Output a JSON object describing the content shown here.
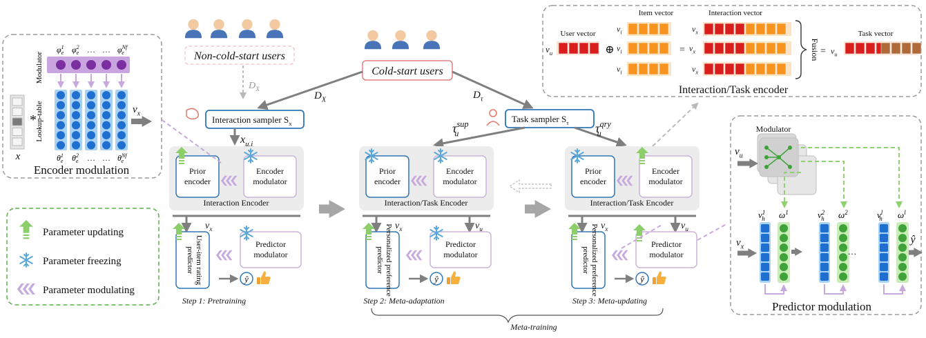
{
  "title": "",
  "users": {
    "non_cold_start": "Non-cold-start users",
    "cold_start": "Cold-start users"
  },
  "edges": {
    "dx_faded": "D",
    "dx_faded_sub": "X",
    "dx": "D",
    "dx_sub": "X",
    "dtau": "D",
    "dtau_sub": "τ",
    "x_ui": "x",
    "x_ui_sub": "u,i",
    "tau_sup": "τ",
    "tau_sup_sub": "u",
    "tau_sup_sup": "sup",
    "tau_qry": "τ",
    "tau_qry_sub": "u",
    "tau_qry_sup": "qry",
    "vx": "v",
    "vx_sub": "x",
    "vu": "v",
    "vu_sub": "u"
  },
  "samplers": {
    "interaction": "Interaction sampler S",
    "interaction_sub": "x",
    "task": "Task sampler S",
    "task_sub": "τ"
  },
  "encoder_modulation": {
    "label": "Encoder modulation",
    "modulator": "Modulator",
    "lookup_table": "Lookup-table",
    "x": "x",
    "star": "*",
    "vx": "v",
    "vx_sub": "x",
    "phi": [
      "φ",
      "φ",
      "…",
      "…",
      "φ"
    ],
    "phi_sup": [
      "1",
      "2",
      "",
      "",
      "N"
    ],
    "phi_sup_sub": "f",
    "phi_sub": "e",
    "theta": [
      "θ",
      "θ",
      "…",
      "…",
      "θ"
    ],
    "theta_sup": [
      "1",
      "2",
      "",
      "",
      "N"
    ],
    "theta_sup_sub": "f",
    "theta_sub": "e"
  },
  "legend": {
    "updating": "Parameter updating",
    "freezing": "Parameter freezing",
    "modulating": "Parameter modulating"
  },
  "steps": [
    {
      "encoder_title": "Interaction Encoder",
      "prior": "Prior\nencoder",
      "modulator": "Encoder\nmodulator",
      "predictor": "User-item rating predictor",
      "predictor_modulator": "Predictor\nmodulator",
      "caption": "Step 1: Pretraining"
    },
    {
      "encoder_title": "Interaction/Task Encoder",
      "prior": "Prior\nencoder",
      "modulator": "Encoder\nmodulator",
      "predictor": "Personalized preference predictor",
      "predictor_modulator": "Predictor\nmodulator",
      "caption": "Step 2: Meta-adaptation"
    },
    {
      "encoder_title": "Interaction/Task Encoder",
      "prior": "Prior\nencoder",
      "modulator": "Encoder\nmodulator",
      "predictor": "Personalized preference predictor",
      "predictor_modulator": "Predictor\nmodulator",
      "caption": "Step 3: Meta-updating"
    }
  ],
  "y_hat": "ŷ",
  "meta_training": "Meta-training",
  "task_encoder": {
    "label": "Interaction/Task encoder",
    "user_vector": "User vector",
    "item_vector": "Item vector",
    "interaction_vector": "Interaction vector",
    "task_vector": "Task vector",
    "fusion": "Fusion",
    "vu": "v",
    "vu_sub": "u",
    "vi": "v",
    "vi_sub": "i",
    "vx": "v",
    "vx_sub": "x",
    "oplus": "⊕",
    "eq": "="
  },
  "predictor_modulation": {
    "label": "Predictor modulation",
    "modulator": "Modulator",
    "vu": "v",
    "vu_sub": "u",
    "vx": "v",
    "vx_sub": "x",
    "y_hat": "ŷ",
    "vh": [
      "v",
      "v",
      "v"
    ],
    "vh_sub": "h",
    "vh_sup": [
      "1",
      "2",
      "l"
    ],
    "omega": [
      "ω",
      "ω",
      "ω"
    ],
    "omega_sup": [
      "1",
      "2",
      "l"
    ],
    "dots": "…"
  },
  "colors": {
    "gray_arrow": "#8a8a8a",
    "blue_border": "#2e75b6",
    "purple_border": "#c8b4d8",
    "green": "#7dc96b",
    "green_dark": "#4aa03a",
    "blue_node": "#1f6fd1",
    "purple_node": "#7a2ea0",
    "purple_band": "#c9a5e0",
    "red_cell": "#d91e1e",
    "orange_cell": "#f7931e",
    "brown_cell": "#b06a3a",
    "light_blue_col": "#a9d1f2"
  }
}
